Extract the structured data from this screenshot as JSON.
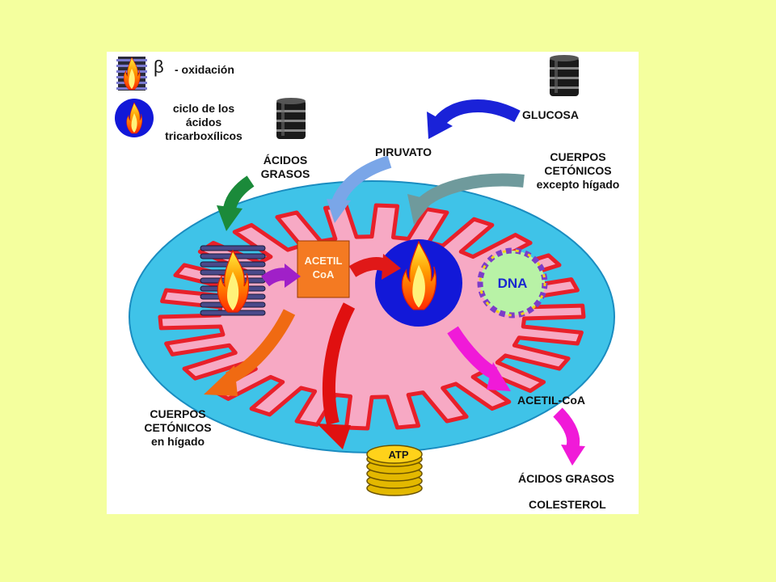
{
  "legend": {
    "beta_symbol": "β",
    "beta_text": "- oxidación",
    "krebs_text": "ciclo de los\nácidos\ntricarboxílicos"
  },
  "labels": {
    "glucosa": "GLUCOSA",
    "piruvato": "PIRUVATO",
    "acidos_grasos": "ÁCIDOS\nGRASOS",
    "cuerpos_in": "CUERPOS\nCETÓNICOS\nexcepto hígado",
    "acetil_coa_box": "ACETIL\nCoA",
    "dna": "DNA",
    "cuerpos_out": "CUERPOS\nCETÓNICOS\nen hígado",
    "atp": "ATP",
    "acetil_coa_out": "ACETIL-CoA",
    "acidos_grasos_out": "ÁCIDOS GRASOS",
    "colesterol": "COLESTEROL"
  },
  "colors": {
    "page_bg": "#f4ff9e",
    "outer_membrane": "#3fc3e8",
    "matrix": "#f7a9c4",
    "inner_membrane": "#e8202a",
    "krebs_circle": "#1218d8",
    "acetil_box": "#f47a22",
    "dna_fill": "#b8f2a6",
    "arrow_glucosa": "#1a22d8",
    "arrow_piruvato": "#7aa6e8",
    "arrow_cuerpos_in": "#6f9a9c",
    "arrow_acidos": "#1b8a3a",
    "arrow_to_acetil": "#a020c8",
    "arrow_to_krebs": "#e01818",
    "arrow_cuerpos_out": "#f06a12",
    "arrow_atp": "#e01010",
    "arrow_acetil_out": "#f01ad8"
  }
}
